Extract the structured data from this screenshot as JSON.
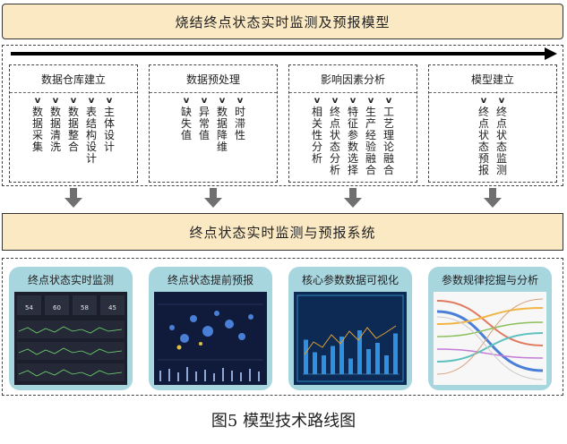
{
  "title": "烧结终点状态实时监测及预报模型",
  "modules": [
    {
      "name": "数据仓库建立",
      "items": [
        "数据采集",
        "数据清洗",
        "数据整合",
        "表结构设计",
        "主体设计"
      ]
    },
    {
      "name": "数据预处理",
      "items": [
        "缺失值",
        "异常值",
        "数据降维",
        "时滞性"
      ]
    },
    {
      "name": "影响因素分析",
      "items": [
        "相关性分析",
        "终点状态分析",
        "特征参数选择",
        "生产经验融合",
        "工艺理论融合"
      ]
    },
    {
      "name": "模型建立",
      "items": [
        "终点状态预报",
        "终点状态监测"
      ]
    }
  ],
  "system_title": "终点状态实时监测与预报系统",
  "panels": [
    {
      "title": "终点状态实时监测",
      "metrics": [
        "54",
        "60",
        "58",
        "45"
      ]
    },
    {
      "title": "终点状态提前预报"
    },
    {
      "title": "核心参数数据可视化",
      "bars": [
        0.55,
        0.35,
        0.3,
        0.45,
        0.6,
        0.25,
        0.7,
        0.4,
        0.5,
        0.3,
        0.65
      ]
    },
    {
      "title": "参数规律挖掘与分析"
    }
  ],
  "caption": "图5 模型技术路线图",
  "colors": {
    "header_fill": "#fbe9c4",
    "card_fill": "#a8d6df",
    "arrow_gray": "#707070",
    "dark_panel": "#1c1f2b",
    "bar_blue": "#2f8fe0",
    "line_orange": "#e0a030"
  }
}
